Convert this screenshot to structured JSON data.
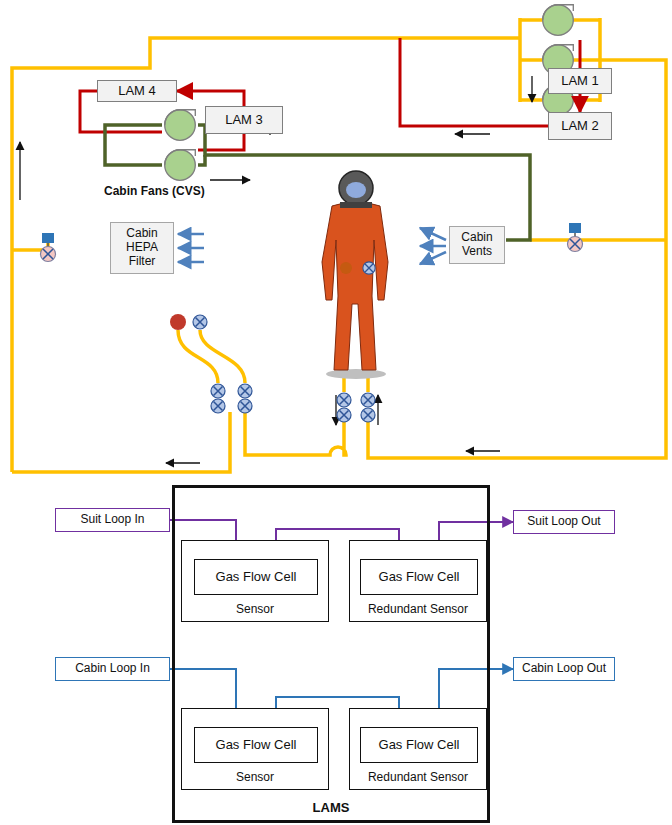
{
  "diagram": {
    "nodes": [
      {
        "text": [
          "LAM 4"
        ]
      },
      {
        "text": [
          "LAM 1"
        ]
      },
      {
        "text": [
          "LAM 3"
        ]
      },
      {
        "text": [
          "LAM 2"
        ]
      },
      {
        "text": [
          "Cabin HEPA Filter"
        ]
      },
      {
        "text": [
          "Cabin Vents"
        ]
      },
      {
        "text": [
          "LAMS"
        ]
      },
      {
        "text": [
          "Suit Loop In"
        ]
      },
      {
        "text": [
          "Suit Loop Out"
        ]
      },
      {
        "text": [
          "Sensor"
        ],
        "in": 6
      },
      {
        "text": [
          "Gas Flow Cell"
        ],
        "in": 9
      },
      {
        "text": [
          "Redundant Sensor"
        ],
        "in": 6
      },
      {
        "text": [
          "Gas Flow Cell"
        ],
        "in": 11
      },
      {
        "text": [
          "Cabin Loop In"
        ]
      },
      {
        "text": [
          "Cabin Loop Out"
        ]
      },
      {
        "text": [
          "Sensor"
        ],
        "in": 6
      },
      {
        "text": [
          "Gas Flow Cell"
        ],
        "in": 15
      },
      {
        "text": [
          "Redundant Sensor"
        ],
        "in": 6
      },
      {
        "text": [
          "Gas Flow Cell"
        ],
        "in": 17
      }
    ],
    "edges": [
      {
        "from": 2,
        "to": 0,
        "arrow": "to"
      },
      {
        "from": 1,
        "to": 3,
        "arrow": "to"
      },
      {
        "from": 7,
        "to": 10,
        "arrow": "to"
      },
      {
        "from": 10,
        "to": 12,
        "arrow": "to"
      },
      {
        "from": 12,
        "to": 8,
        "arrow": "to"
      },
      {
        "from": 13,
        "to": 16,
        "arrow": "to"
      },
      {
        "from": 16,
        "to": 18,
        "arrow": "to"
      },
      {
        "from": 18,
        "to": 14,
        "arrow": "to"
      }
    ],
    "labels": [
      "Cabin Fans (CVS)"
    ]
  }
}
